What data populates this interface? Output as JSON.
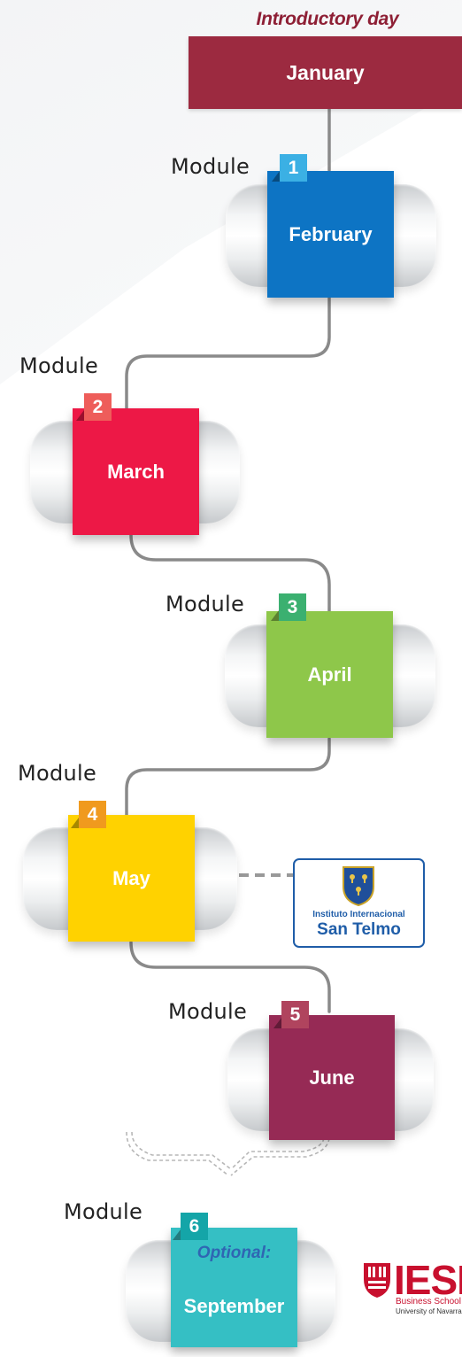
{
  "intro": {
    "label": "Introductory day",
    "month": "January"
  },
  "module_label": "Module",
  "modules": [
    {
      "number": "1",
      "month": "February",
      "color": "#0d74c4",
      "badge_color": "#3bb0e4"
    },
    {
      "number": "2",
      "month": "March",
      "color": "#ed1846",
      "badge_color": "#ee5d5a"
    },
    {
      "number": "3",
      "month": "April",
      "color": "#8ec74a",
      "badge_color": "#3bb070"
    },
    {
      "number": "4",
      "month": "May",
      "color": "#ffd200",
      "badge_color": "#f09a1e"
    },
    {
      "number": "5",
      "month": "June",
      "color": "#962a55",
      "badge_color": "#b0445e"
    },
    {
      "number": "6",
      "month": "September",
      "optional_label": "Optional:",
      "color": "#35bfc4",
      "badge_color": "#14a5a8"
    }
  ],
  "partner_logo": {
    "line1": "Instituto Internacional",
    "line2": "San Telmo"
  },
  "school_logo": {
    "name": "IESE",
    "line1": "Business School",
    "line2": "University of Navarra"
  }
}
